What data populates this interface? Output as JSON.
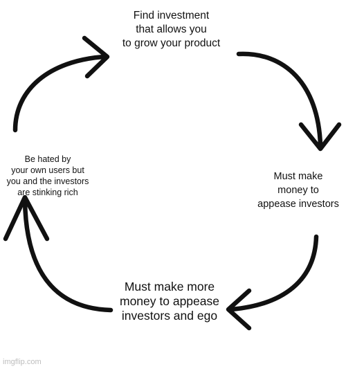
{
  "cycle": {
    "steps": [
      {
        "id": "top",
        "text": "Find investment\nthat allows you\nto grow your product"
      },
      {
        "id": "right",
        "text": "Must make\nmoney to\nappease investors"
      },
      {
        "id": "bottom",
        "text": "Must make more\nmoney to appease\ninvestors and ego"
      },
      {
        "id": "left",
        "text": "Be hated by\nyour own users but\nyou and the investors\nare stinking rich"
      }
    ],
    "direction": "clockwise"
  },
  "watermark": "imgflip.com",
  "colors": {
    "ink": "#111111",
    "background": "#ffffff",
    "watermark": "#bdbdbd"
  }
}
